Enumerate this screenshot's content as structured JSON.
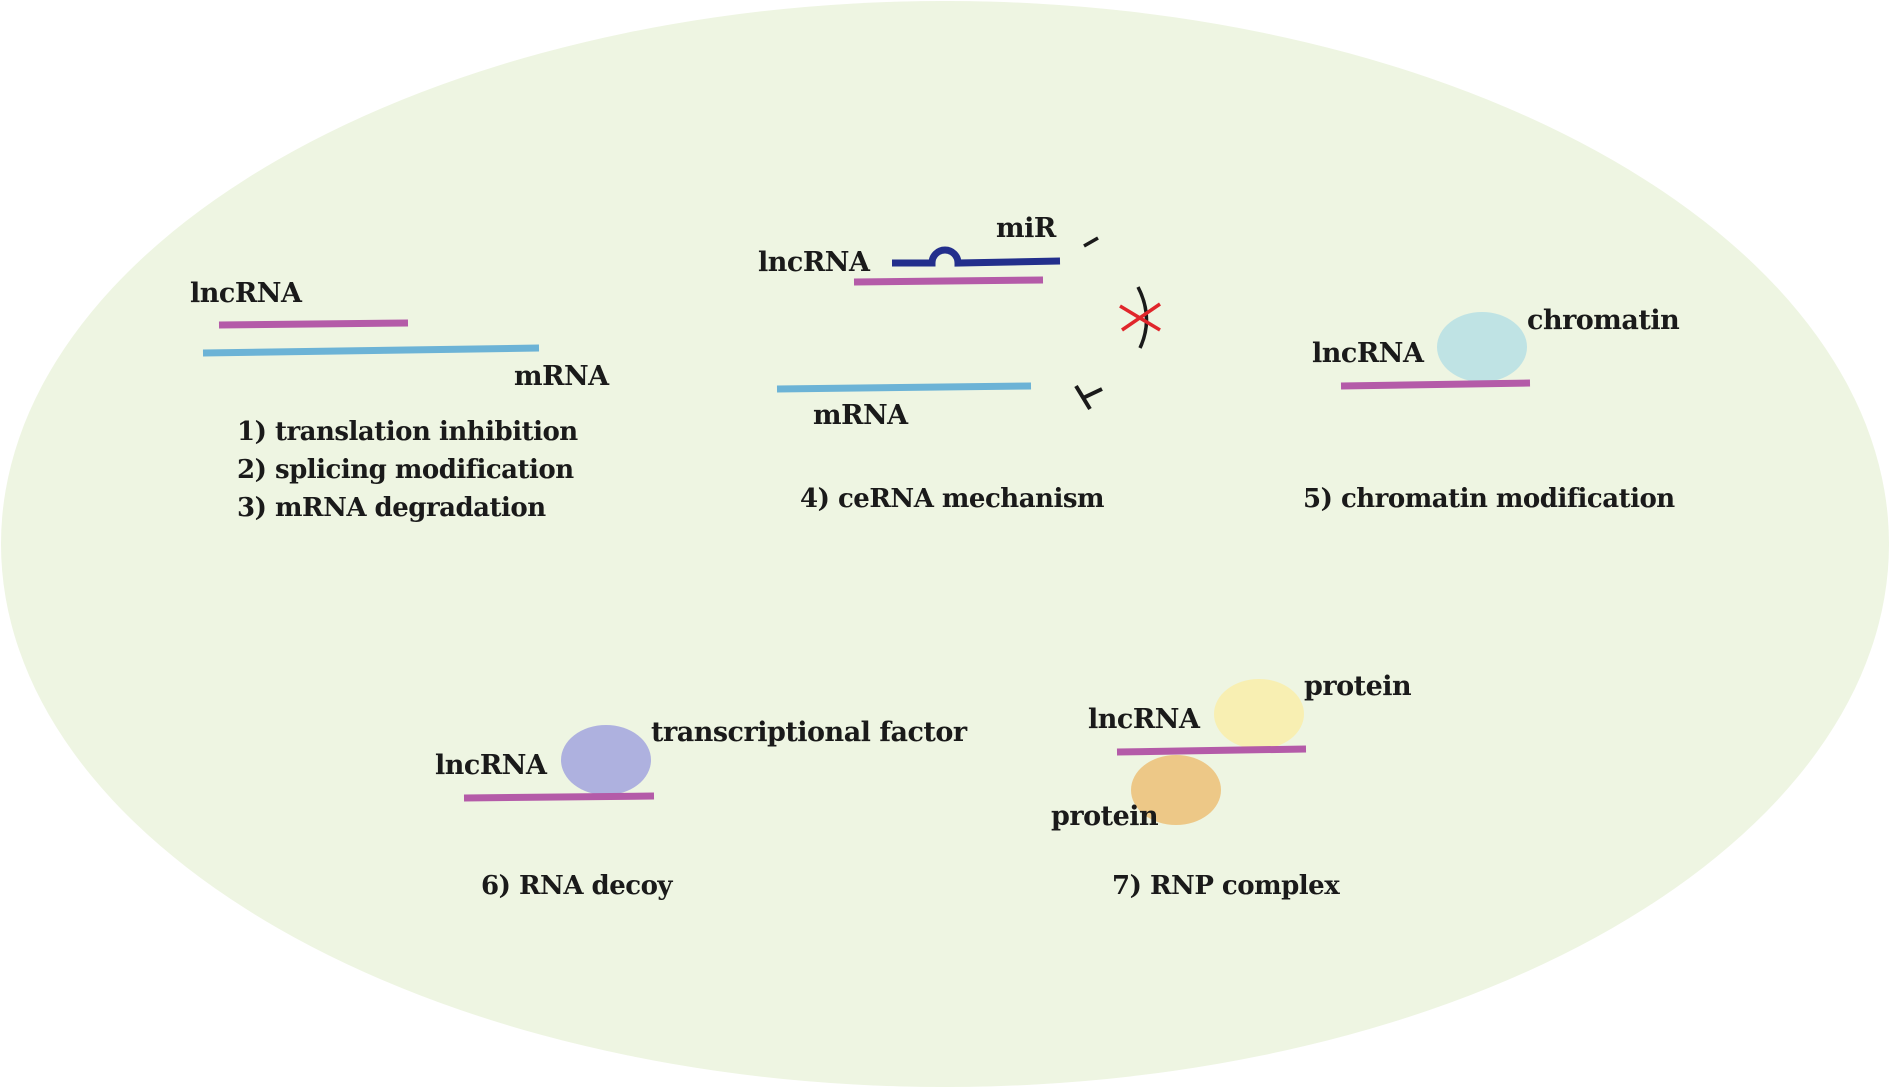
{
  "colors": {
    "cell_background": "#eef5e2",
    "lncrna_strand": "#b45ba8",
    "mrna_strand": "#6cb3d6",
    "mir_strand": "#232f8c",
    "cross_mark": "#e0262b",
    "chromatin_oval": "#bfe3e4",
    "transcription_factor_oval": "#aeb1df",
    "protein_top_oval": "#f8efb2",
    "protein_bottom_oval": "#edc887"
  },
  "panel1": {
    "lncrna_label": "lncRNA",
    "mrna_label": "mRNA",
    "caption_1": "1) translation inhibition",
    "caption_2": "2) splicing modification",
    "caption_3": "3) mRNA degradation"
  },
  "panel4": {
    "lncrna_label": "lncRNA",
    "mir_label": "miR",
    "mrna_label": "mRNA",
    "caption": "4) ceRNA mechanism"
  },
  "panel5": {
    "lncrna_label": "lncRNA",
    "chromatin_label": "chromatin",
    "caption": "5) chromatin modification"
  },
  "panel6": {
    "lncrna_label": "lncRNA",
    "factor_label": "transcriptional factor",
    "caption": "6) RNA decoy"
  },
  "panel7": {
    "lncrna_label": "lncRNA",
    "protein_top_label": "protein",
    "protein_bottom_label": "protein",
    "caption": "7) RNP  complex"
  }
}
